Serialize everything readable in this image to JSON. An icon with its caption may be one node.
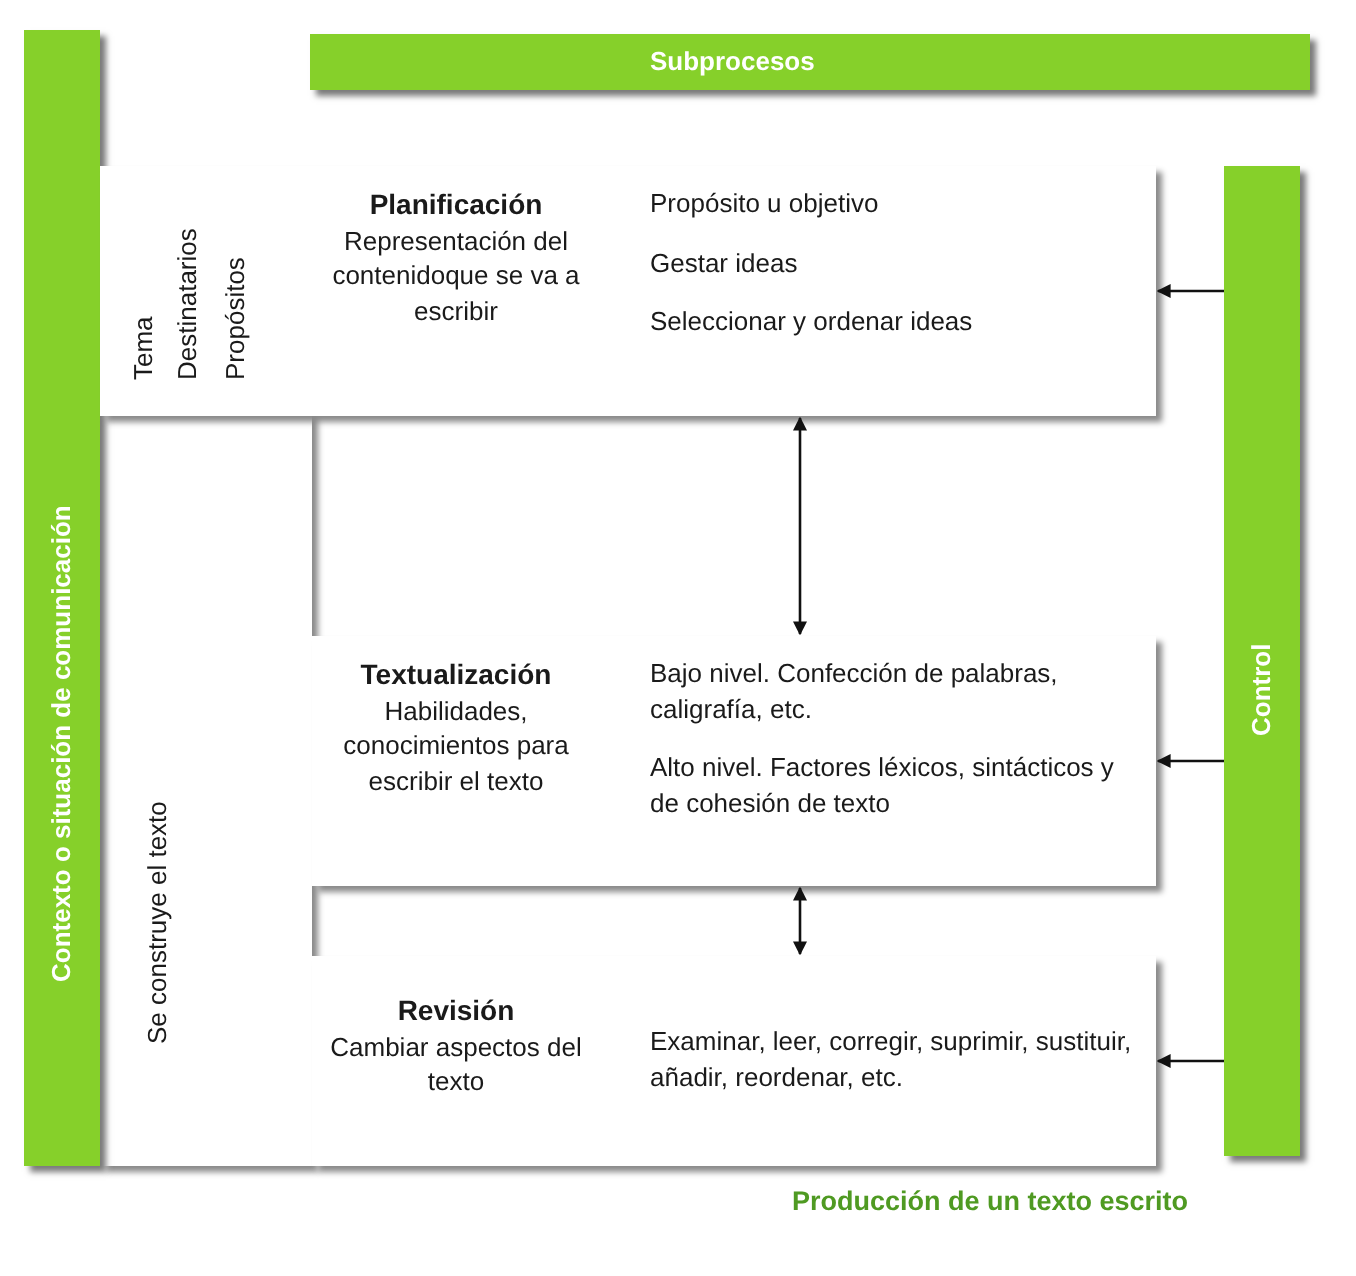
{
  "diagram": {
    "caption": "Producción de un texto escrito",
    "nodes": [
      {
        "text": [
          "Contexto o situación de comunicación"
        ]
      },
      {
        "text": [
          "Subprocesos"
        ]
      },
      {
        "text": [
          "Control"
        ]
      },
      {
        "text": [
          "Planificación",
          "Representación del contenidoque se va a escribir",
          "Propósito u objetivo",
          "Gestar ideas",
          "Seleccionar y ordenar ideas"
        ]
      },
      {
        "text": [
          "Textualización",
          "Habilidades, conocimientos para escribir el texto",
          "Bajo nivel. Confección de palabras, caligrafía, etc.",
          "Alto nivel. Factores léxicos, sintácticos y de cohesión de texto"
        ]
      },
      {
        "text": [
          "Revisión",
          "Cambiar aspectos del texto",
          "Examinar, leer, corregir, suprimir, sustituir, añadir, reordenar, etc."
        ]
      }
    ],
    "edges": [
      {
        "from": 2,
        "to": 3,
        "arrow": "to"
      },
      {
        "from": 3,
        "to": 4,
        "arrow": "both"
      },
      {
        "from": 2,
        "to": 4,
        "arrow": "to"
      },
      {
        "from": 4,
        "to": 5,
        "arrow": "both"
      },
      {
        "from": 2,
        "to": 5,
        "arrow": "to"
      }
    ],
    "labels": [
      "Tema",
      "Destinatarios",
      "Propósitos",
      "Se construye el texto"
    ]
  }
}
